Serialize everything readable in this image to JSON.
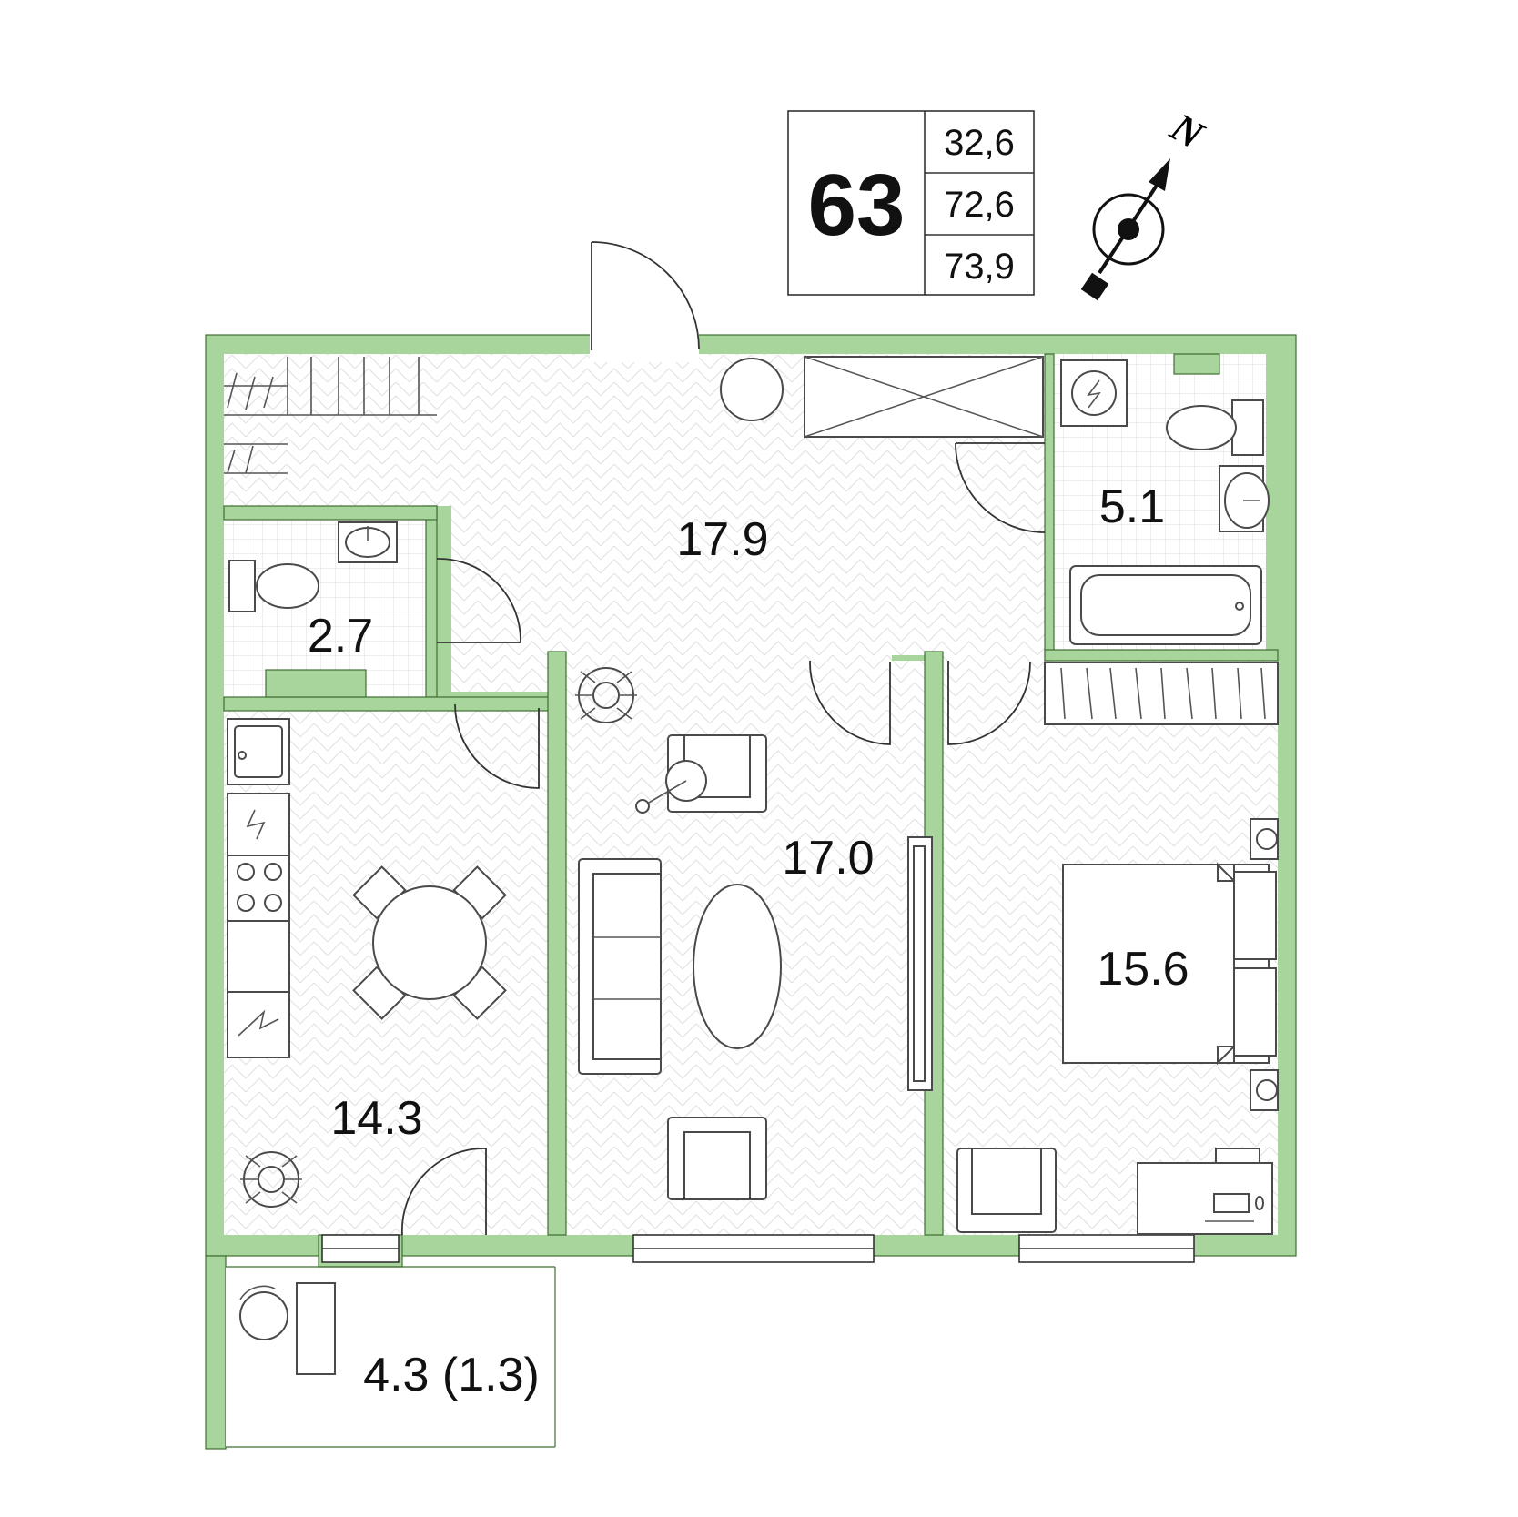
{
  "apartment": {
    "number": "63",
    "areas": [
      "32,6",
      "72,6",
      "73,9"
    ]
  },
  "compass": {
    "letter": "N"
  },
  "rooms": [
    {
      "id": "hall",
      "area": "17.9"
    },
    {
      "id": "wc",
      "area": "2.7"
    },
    {
      "id": "bathroom",
      "area": "5.1"
    },
    {
      "id": "living",
      "area": "17.0"
    },
    {
      "id": "bedroom",
      "area": "15.6"
    },
    {
      "id": "kitchen",
      "area": "14.3"
    },
    {
      "id": "balcony",
      "area": "4.3 (1.3)"
    }
  ],
  "colors": {
    "wall": "#a8d59b",
    "wall_stroke": "#3f6e32",
    "floor_pattern": "#e3e3e3",
    "tile_grid": "#dedede",
    "furniture_line": "#4a4a4a",
    "text": "#111111"
  }
}
